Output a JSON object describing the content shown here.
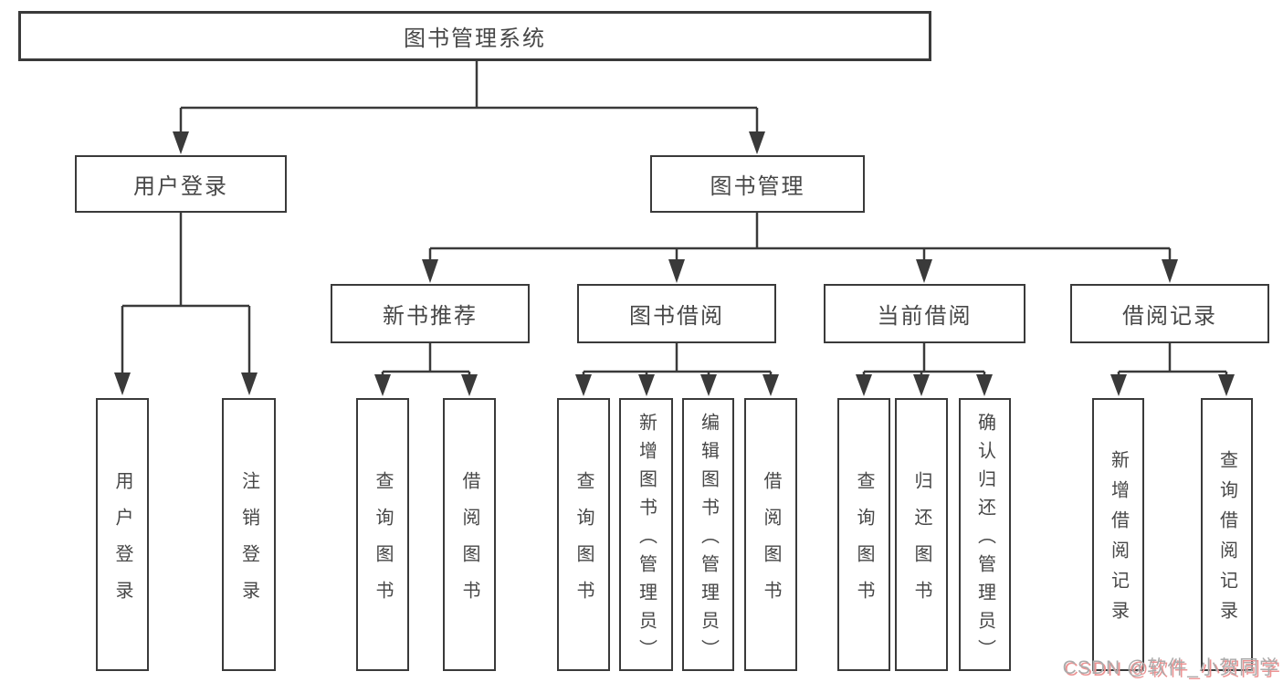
{
  "tree": {
    "root": "图书管理系统",
    "branches": [
      {
        "label": "用户登录",
        "leaves": [
          "用户登录",
          "注销登录"
        ]
      },
      {
        "label": "图书管理",
        "groups": [
          {
            "label": "新书推荐",
            "leaves": [
              "查询图书",
              "借阅图书"
            ]
          },
          {
            "label": "图书借阅",
            "leaves": [
              "查询图书",
              "新增图书（管理员）",
              "编辑图书（管理员）",
              "借阅图书"
            ]
          },
          {
            "label": "当前借阅",
            "leaves": [
              "查询图书",
              "归还图书",
              "确认归还（管理员）"
            ]
          },
          {
            "label": "借阅记录",
            "leaves": [
              "新增借阅记录",
              "查询借阅记录"
            ]
          }
        ]
      }
    ]
  },
  "watermark": {
    "text": "CSDN @软件_小贺同学"
  },
  "colors": {
    "line": "#3a3a3a",
    "text": "#474747",
    "background": "#ffffff",
    "watermark_text": "#ababab",
    "watermark_shadow": "#ec9393"
  }
}
